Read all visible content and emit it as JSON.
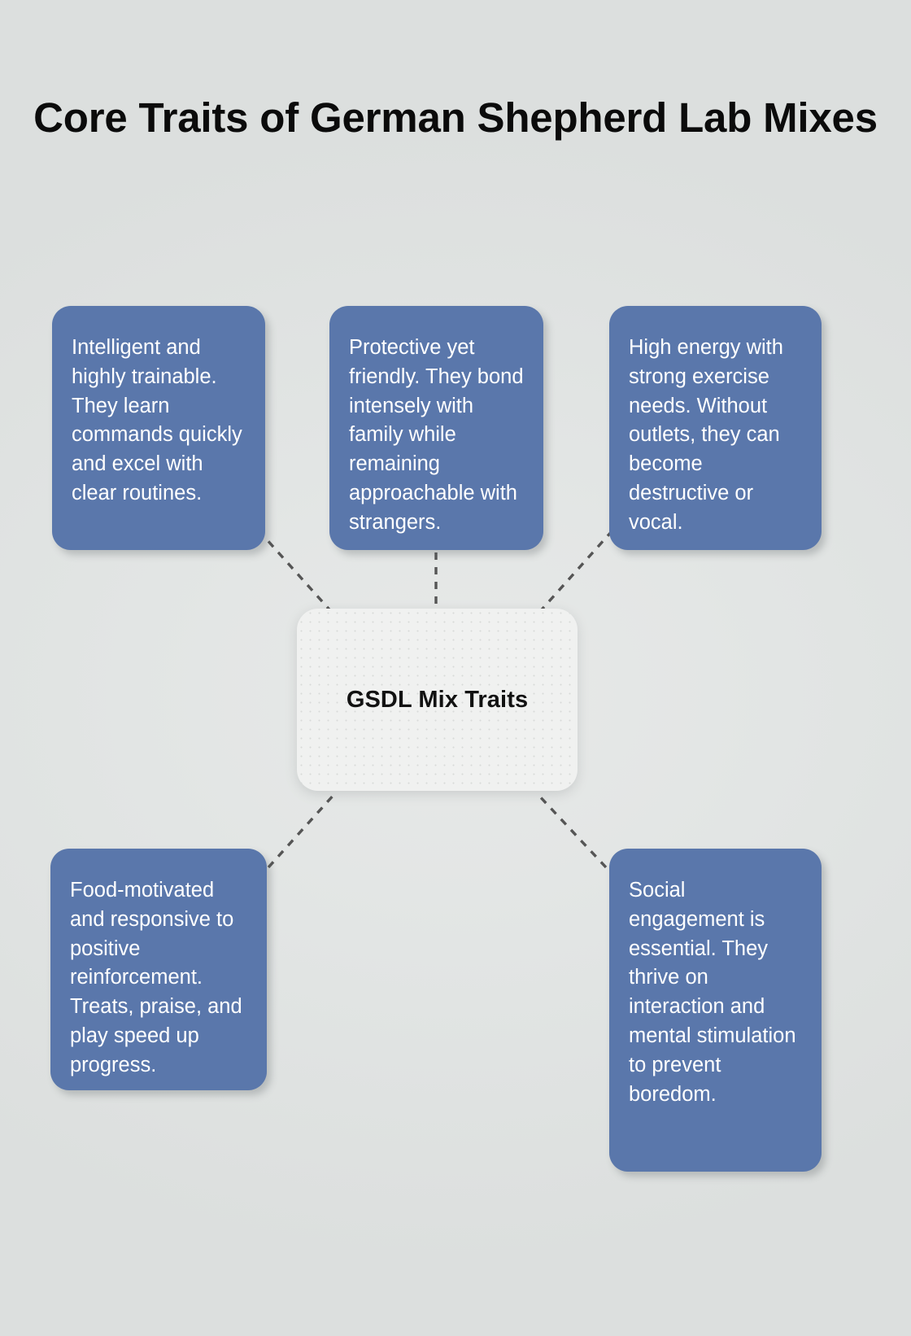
{
  "page": {
    "title": "Core Traits of German Shepherd Lab Mixes",
    "background_color": "#dee1e0"
  },
  "diagram": {
    "type": "hub-and-spoke",
    "center": {
      "label": "GSDL Mix Traits",
      "fill_color": "#f0f1f0",
      "text_color": "#121212"
    },
    "node_fill_color": "#5a77ab",
    "node_text_color": "#ffffff",
    "connector_color": "#555555",
    "connector_style": "dashed",
    "nodes": [
      {
        "id": "trait-intelligence",
        "position": "top-left",
        "text": "Intelligent and highly trainable. They learn commands quickly and excel with clear routines."
      },
      {
        "id": "trait-protective",
        "position": "top-center",
        "text": "Protective yet friendly. They bond intensely with family while remaining approachable with strangers."
      },
      {
        "id": "trait-energy",
        "position": "top-right",
        "text": "High energy with strong exercise needs. Without outlets, they can become destructive or vocal."
      },
      {
        "id": "trait-food-motivated",
        "position": "bottom-left",
        "text": "Food-motivated and responsive to positive reinforcement. Treats, praise, and play speed up progress."
      },
      {
        "id": "trait-social",
        "position": "bottom-right",
        "text": "Social engagement is essential. They thrive on interaction and mental stimulation to prevent boredom."
      }
    ]
  }
}
